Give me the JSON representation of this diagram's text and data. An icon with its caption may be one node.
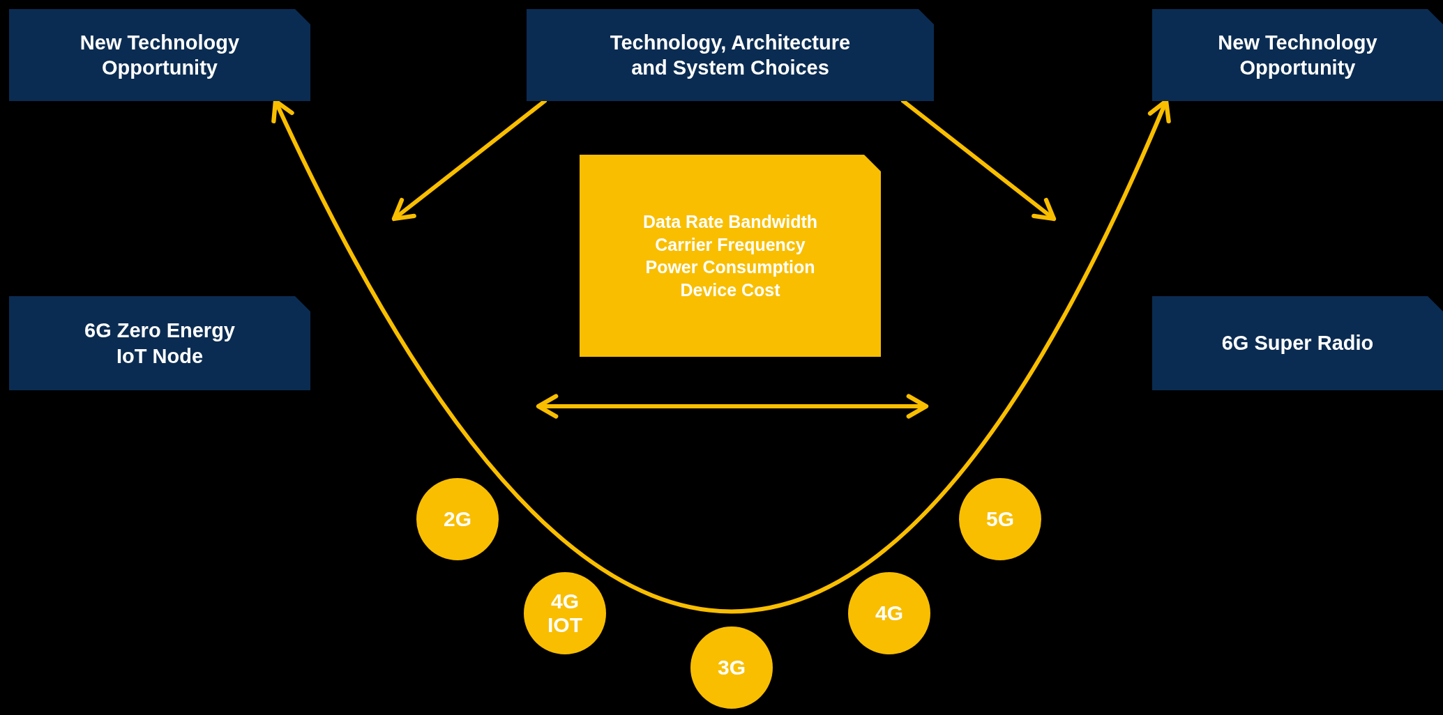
{
  "diagram": {
    "nodes": [
      {
        "text": [
          "New Technology Opportunity"
        ]
      },
      {
        "text": [
          "Technology, Architecture and System Choices"
        ]
      },
      {
        "text": [
          "New Technology Opportunity"
        ]
      },
      {
        "text": [
          "6G Zero Energy IoT Node"
        ]
      },
      {
        "text": [
          "6G Super Radio"
        ]
      },
      {
        "text": [
          "Data Rate Bandwidth",
          "Carrier Frequency",
          "Power Consumption",
          "Device Cost"
        ]
      },
      {
        "text": [
          "2G"
        ]
      },
      {
        "text": [
          "4G IOT"
        ]
      },
      {
        "text": [
          "3G"
        ]
      },
      {
        "text": [
          "4G"
        ]
      },
      {
        "text": [
          "5G"
        ]
      }
    ],
    "edges": [
      {
        "from": 0,
        "to": 2,
        "arrow": "both"
      },
      {
        "from": 1,
        "to": null,
        "arrow": "to"
      },
      {
        "from": 1,
        "to": null,
        "arrow": "to"
      }
    ]
  }
}
